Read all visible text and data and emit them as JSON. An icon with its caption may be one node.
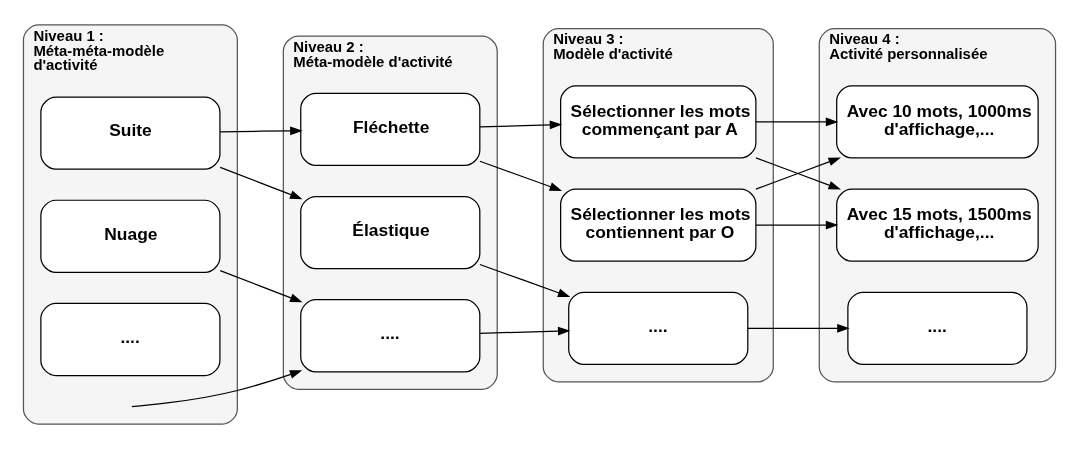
{
  "diagram": {
    "nodes": [
      {
        "text": [
          "Niveau 1 :",
          "Méta-méta-modèle d'activité"
        ]
      },
      {
        "text": [
          "Suite"
        ],
        "in": 0
      },
      {
        "text": [
          "Nuage"
        ],
        "in": 0
      },
      {
        "text": [
          "...."
        ],
        "in": 0
      },
      {
        "text": [
          "Niveau 2 :",
          "Méta-modèle d'activité"
        ]
      },
      {
        "text": [
          "Fléchette"
        ],
        "in": 4
      },
      {
        "text": [
          "Élastique"
        ],
        "in": 4
      },
      {
        "text": [
          "...."
        ],
        "in": 4
      },
      {
        "text": [
          "Niveau 3 :",
          "Modèle d'activité"
        ]
      },
      {
        "text": [
          "Sélectionner les mots commençant par A"
        ],
        "in": 8
      },
      {
        "text": [
          "Sélectionner les mots contiennent par O"
        ],
        "in": 8
      },
      {
        "text": [
          "...."
        ],
        "in": 8
      },
      {
        "text": [
          "Niveau 4 :",
          "Activité personnalisée"
        ]
      },
      {
        "text": [
          "Avec 10 mots, 1000ms d'affichage,..."
        ],
        "in": 12
      },
      {
        "text": [
          "Avec 15 mots, 1500ms d'affichage,..."
        ],
        "in": 12
      },
      {
        "text": [
          "...."
        ],
        "in": 12
      }
    ],
    "edges": [
      {
        "from": 1,
        "to": 5,
        "arrow": "to"
      },
      {
        "from": 1,
        "to": 6,
        "arrow": "to"
      },
      {
        "from": 2,
        "to": 7,
        "arrow": "to"
      },
      {
        "from": null,
        "to": 7,
        "arrow": "to"
      },
      {
        "from": 5,
        "to": 9,
        "arrow": "to"
      },
      {
        "from": 5,
        "to": 10,
        "arrow": "to"
      },
      {
        "from": 6,
        "to": 11,
        "arrow": "to"
      },
      {
        "from": 7,
        "to": 11,
        "arrow": "to"
      },
      {
        "from": 9,
        "to": 13,
        "arrow": "to"
      },
      {
        "from": 9,
        "to": 14,
        "arrow": "to"
      },
      {
        "from": 10,
        "to": 13,
        "arrow": "to"
      },
      {
        "from": 10,
        "to": 14,
        "arrow": "to"
      },
      {
        "from": 11,
        "to": 15,
        "arrow": "to"
      }
    ]
  }
}
